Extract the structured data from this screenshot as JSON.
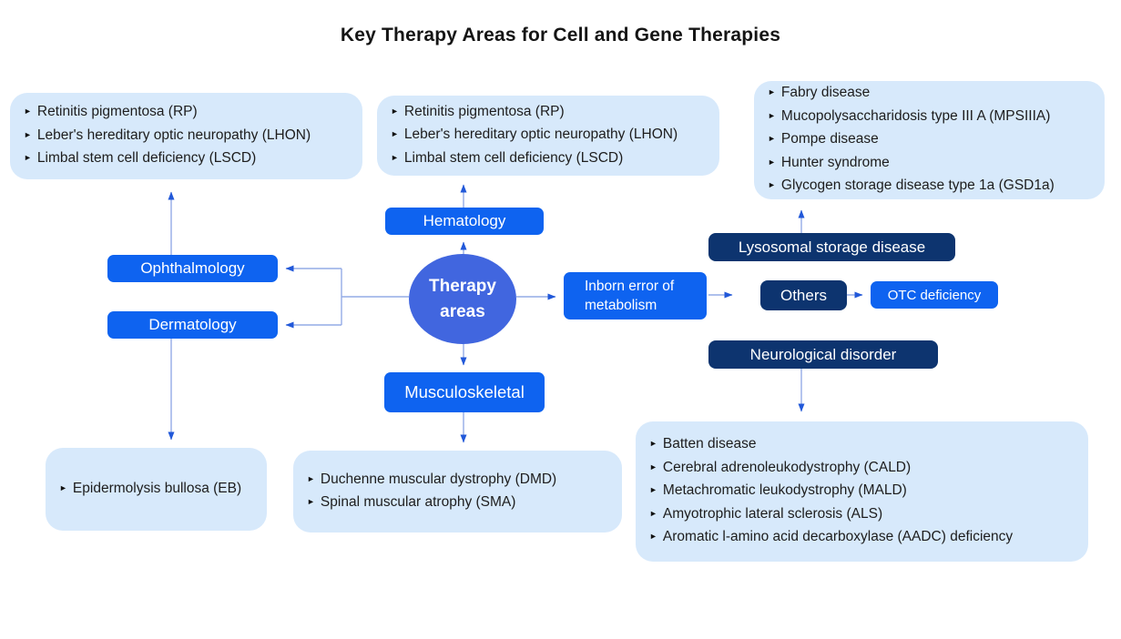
{
  "title": "Key Therapy Areas for Cell and Gene Therapies",
  "glyphs": {
    "bullet": "►"
  },
  "colors": {
    "node_blue": "#0e63f0",
    "node_navy": "#0d346f",
    "circle_blue": "#4166df",
    "list_box_bg": "#d7e9fb",
    "connector_line": "#93abe6",
    "connector_arrow": "#2158d9",
    "title_text": "#151515",
    "list_text": "#1d1d1d"
  },
  "center_node": {
    "label": "Therapy areas"
  },
  "nodes": {
    "hematology": {
      "label": "Hematology"
    },
    "ophthalmology": {
      "label": "Ophthalmology"
    },
    "dermatology": {
      "label": "Dermatology"
    },
    "musculoskeletal": {
      "label": "Musculoskeletal"
    },
    "inborn_error": {
      "label": "Inborn error of metabolism"
    },
    "lysosomal": {
      "label": "Lysosomal storage disease"
    },
    "others": {
      "label": "Others"
    },
    "otc": {
      "label": "OTC deficiency"
    },
    "neurological": {
      "label": "Neurological disorder"
    }
  },
  "disease_boxes": {
    "ophthalmology": {
      "items": [
        "Retinitis pigmentosa (RP)",
        "Leber's hereditary optic neuropathy (LHON)",
        "Limbal stem cell deficiency (LSCD)"
      ]
    },
    "hematology": {
      "items": [
        "Retinitis pigmentosa (RP)",
        "Leber's hereditary optic neuropathy (LHON)",
        "Limbal stem cell deficiency (LSCD)"
      ]
    },
    "lysosomal": {
      "items": [
        "Fabry disease",
        "Mucopolysaccharidosis type III A (MPSIIIA)",
        "Pompe disease",
        "Hunter syndrome",
        "Glycogen storage disease type 1a (GSD1a)"
      ]
    },
    "dermatology": {
      "items": [
        "Epidermolysis bullosa (EB)"
      ]
    },
    "musculoskeletal": {
      "items": [
        "Duchenne muscular dystrophy (DMD)",
        "Spinal muscular atrophy (SMA)"
      ]
    },
    "neurological": {
      "items": [
        "Batten disease",
        "Cerebral adrenoleukodystrophy (CALD)",
        "Metachromatic leukodystrophy (MALD)",
        "Amyotrophic lateral sclerosis (ALS)",
        "Aromatic l-amino acid decarboxylase (AADC) deficiency"
      ]
    }
  }
}
